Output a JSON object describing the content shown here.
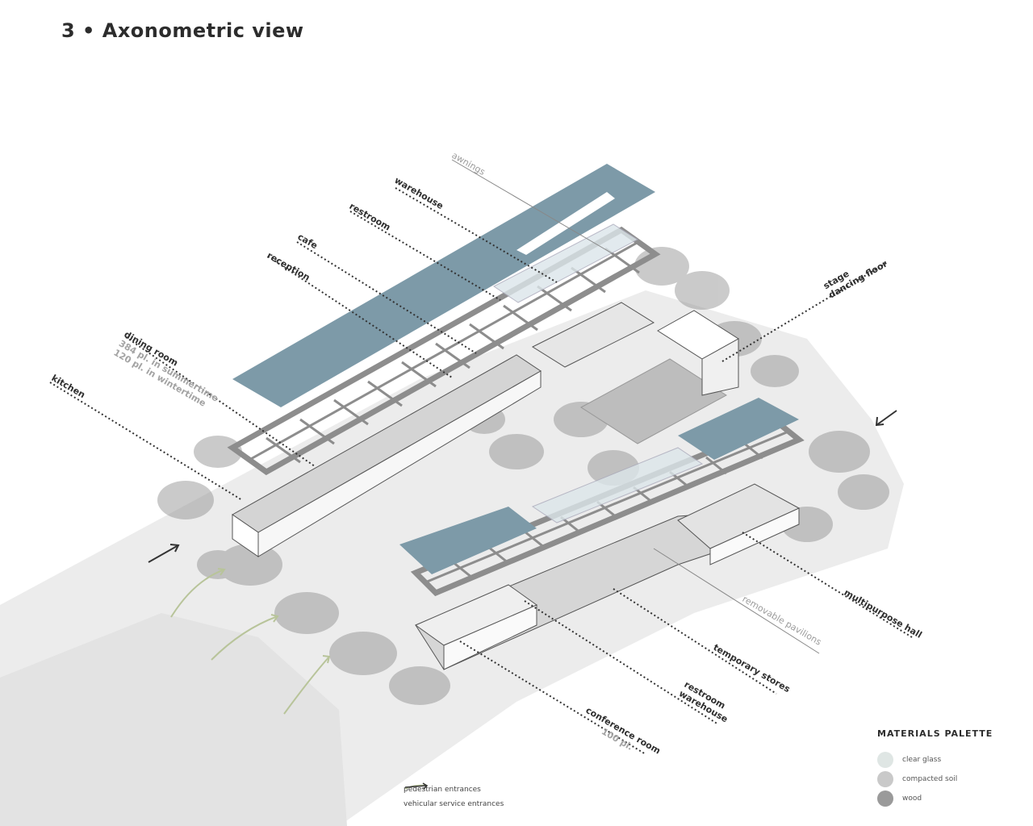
{
  "title": "3 • Axonometric view",
  "labels": {
    "awnings": "awnings",
    "warehouse": "warehouse",
    "restroom": "restroom",
    "cafe": "cafe",
    "reception": "reception",
    "dining_room": "dining room",
    "dining_summer": "384 pl. in summertime",
    "dining_winter": "120 pl. in wintertime",
    "kitchen": "kitchen",
    "stage": "stage",
    "dancing_floor": "dancing floor",
    "multipurpose_hall": "multipurpose hall",
    "removable_pavilions": "removable pavilions",
    "temporary_stores": "temporary stores",
    "restroom_2": "restroom",
    "warehouse_2": "warehouse",
    "conference_room": "conference room",
    "conference_capacity": "100 pl."
  },
  "palette": {
    "title": "MATERIALS PALETTE",
    "items": [
      {
        "label": "clear glass",
        "color": "#dfe6e4"
      },
      {
        "label": "compacted soil",
        "color": "#c9c9c9"
      },
      {
        "label": "wood",
        "color": "#9a9a9a"
      }
    ]
  },
  "legend": {
    "pedestrian": "pedestrian entrances",
    "vehicular": "vehicular service entrances",
    "pedestrian_color": "#b8c49a",
    "vehicular_color": "#333333"
  },
  "colors": {
    "roof_blue": "#7d9aa8",
    "frame": "#8d8d8d",
    "ground": "#ececec",
    "tree": "#9a9a9a",
    "glass": "#dce6ea"
  }
}
